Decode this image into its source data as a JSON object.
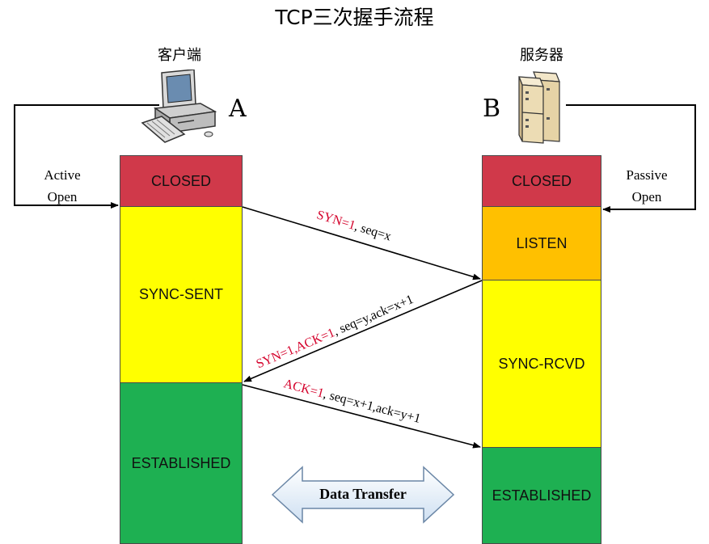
{
  "title": "TCP三次握手流程",
  "client": {
    "label": "客户端",
    "letter": "A",
    "icon": "desktop-computer-icon"
  },
  "server": {
    "label": "服务器",
    "letter": "B",
    "icon": "server-tower-icon"
  },
  "active_open": {
    "line1": "Active",
    "line2": "Open"
  },
  "passive_open": {
    "line1": "Passive",
    "line2": "Open"
  },
  "client_states": [
    {
      "label": "CLOSED",
      "color": "#d0394a"
    },
    {
      "label": "SYNC-SENT",
      "color": "#ffff00"
    },
    {
      "label": "ESTABLISHED",
      "color": "#1eb052"
    }
  ],
  "server_states": [
    {
      "label": "CLOSED",
      "color": "#d0394a"
    },
    {
      "label": "LISTEN",
      "color": "#ffc000"
    },
    {
      "label": "SYNC-RCVD",
      "color": "#ffff00"
    },
    {
      "label": "ESTABLISHED",
      "color": "#1eb052"
    }
  ],
  "messages": [
    {
      "flags": "SYN=1",
      "rest": ", seq=x"
    },
    {
      "flags": "SYN=1,ACK=1",
      "rest": ", seq=y,ack=x+1"
    },
    {
      "flags": "ACK=1",
      "rest": ", seq=x+1,ack=y+1"
    }
  ],
  "data_transfer": "Data Transfer"
}
